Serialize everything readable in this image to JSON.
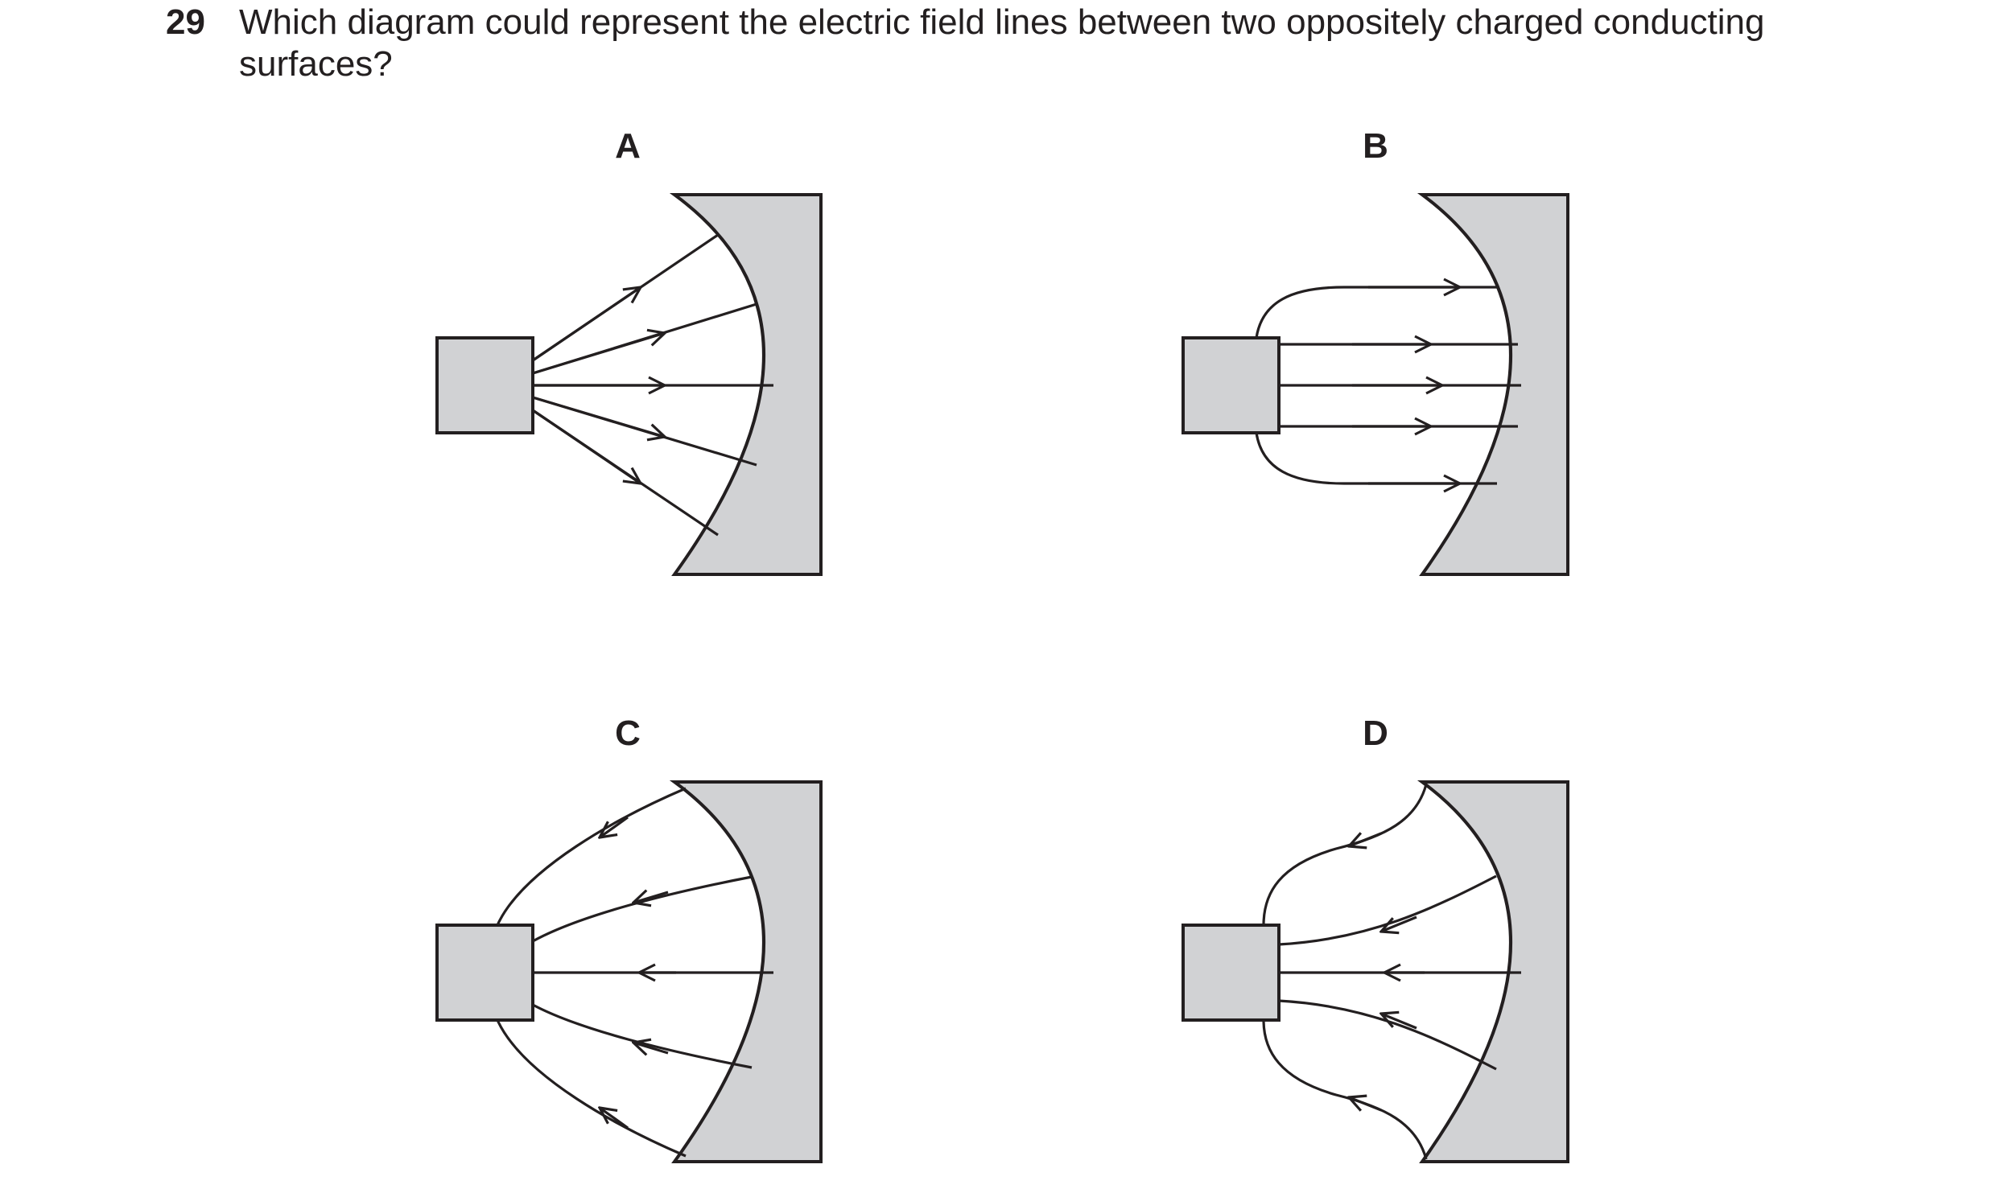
{
  "question": {
    "number": "29",
    "text": "Which diagram could represent the electric field lines between two oppositely charged conducting surfaces?"
  },
  "options": [
    {
      "label": "A"
    },
    {
      "label": "B"
    },
    {
      "label": "C"
    },
    {
      "label": "D"
    }
  ],
  "colors": {
    "ink": "#231f20",
    "conductor_fill": "#d1d2d4"
  }
}
